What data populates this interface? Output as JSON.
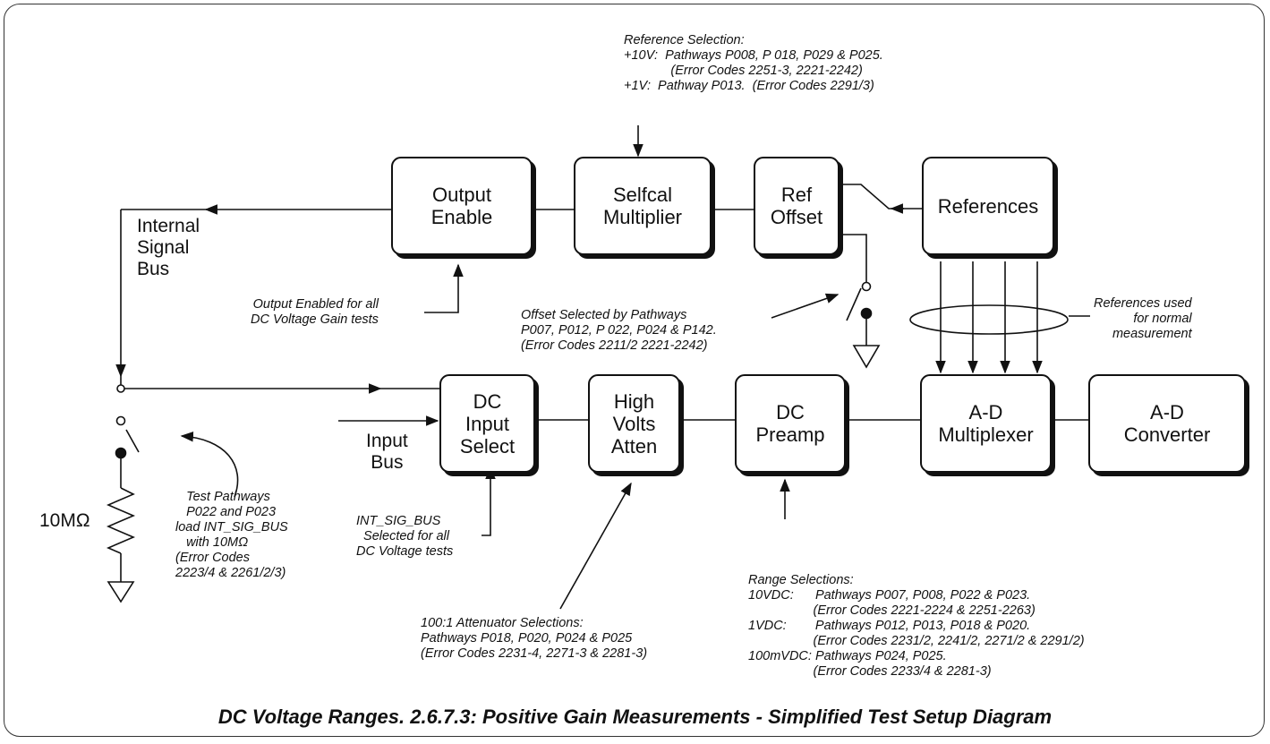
{
  "blocks": {
    "output_enable": "Output\nEnable",
    "selfcal_multiplier": "Selfcal\nMultiplier",
    "ref_offset": "Ref\nOffset",
    "references": "References",
    "dc_input_select": "DC\nInput\nSelect",
    "high_volts_atten": "High\nVolts\nAtten",
    "dc_preamp": "DC\nPreamp",
    "ad_multiplexer": "A-D\nMultiplexer",
    "ad_converter": "A-D\nConverter"
  },
  "labels": {
    "internal_signal_bus": "Internal\nSignal\nBus",
    "input_bus": "Input\nBus",
    "resistor": "10MΩ"
  },
  "notes": {
    "reference_selection": "Reference Selection:\n+10V:  Pathways P008, P 018, P029 & P025.\n             (Error Codes 2251-3, 2221-2242)\n+1V:  Pathway P013.  (Error Codes 2291/3)",
    "output_enabled": "Output Enabled for all\nDC Voltage Gain tests",
    "offset_selected": "Offset Selected by Pathways\nP007, P012, P 022, P024 & P142.\n(Error Codes 2211/2 2221-2242)",
    "references_used": "References used\nfor normal\nmeasurement",
    "test_pathways": "   Test Pathways\n   P022 and P023\nload INT_SIG_BUS\n   with 10MΩ\n(Error Codes\n2223/4 & 2261/2/3)",
    "int_sig_bus": "INT_SIG_BUS\n  Selected for all\nDC Voltage tests",
    "attenuator": "100:1 Attenuator Selections:\nPathways P018, P020, P024 & P025\n(Error Codes 2231-4, 2271-3 & 2281-3)",
    "range_selections": "Range Selections:\n10VDC:      Pathways P007, P008, P022 & P023.\n                  (Error Codes 2221-2224 & 2251-2263)\n1VDC:        Pathways P012, P013, P018 & P020.\n                  (Error Codes 2231/2, 2241/2, 2271/2 & 2291/2)\n100mVDC: Pathways P024, P025.\n                  (Error Codes 2233/4 & 2281-3)"
  },
  "caption": "DC Voltage Ranges.  2.6.7.3: Positive Gain Measurements - Simplified Test Setup Diagram"
}
